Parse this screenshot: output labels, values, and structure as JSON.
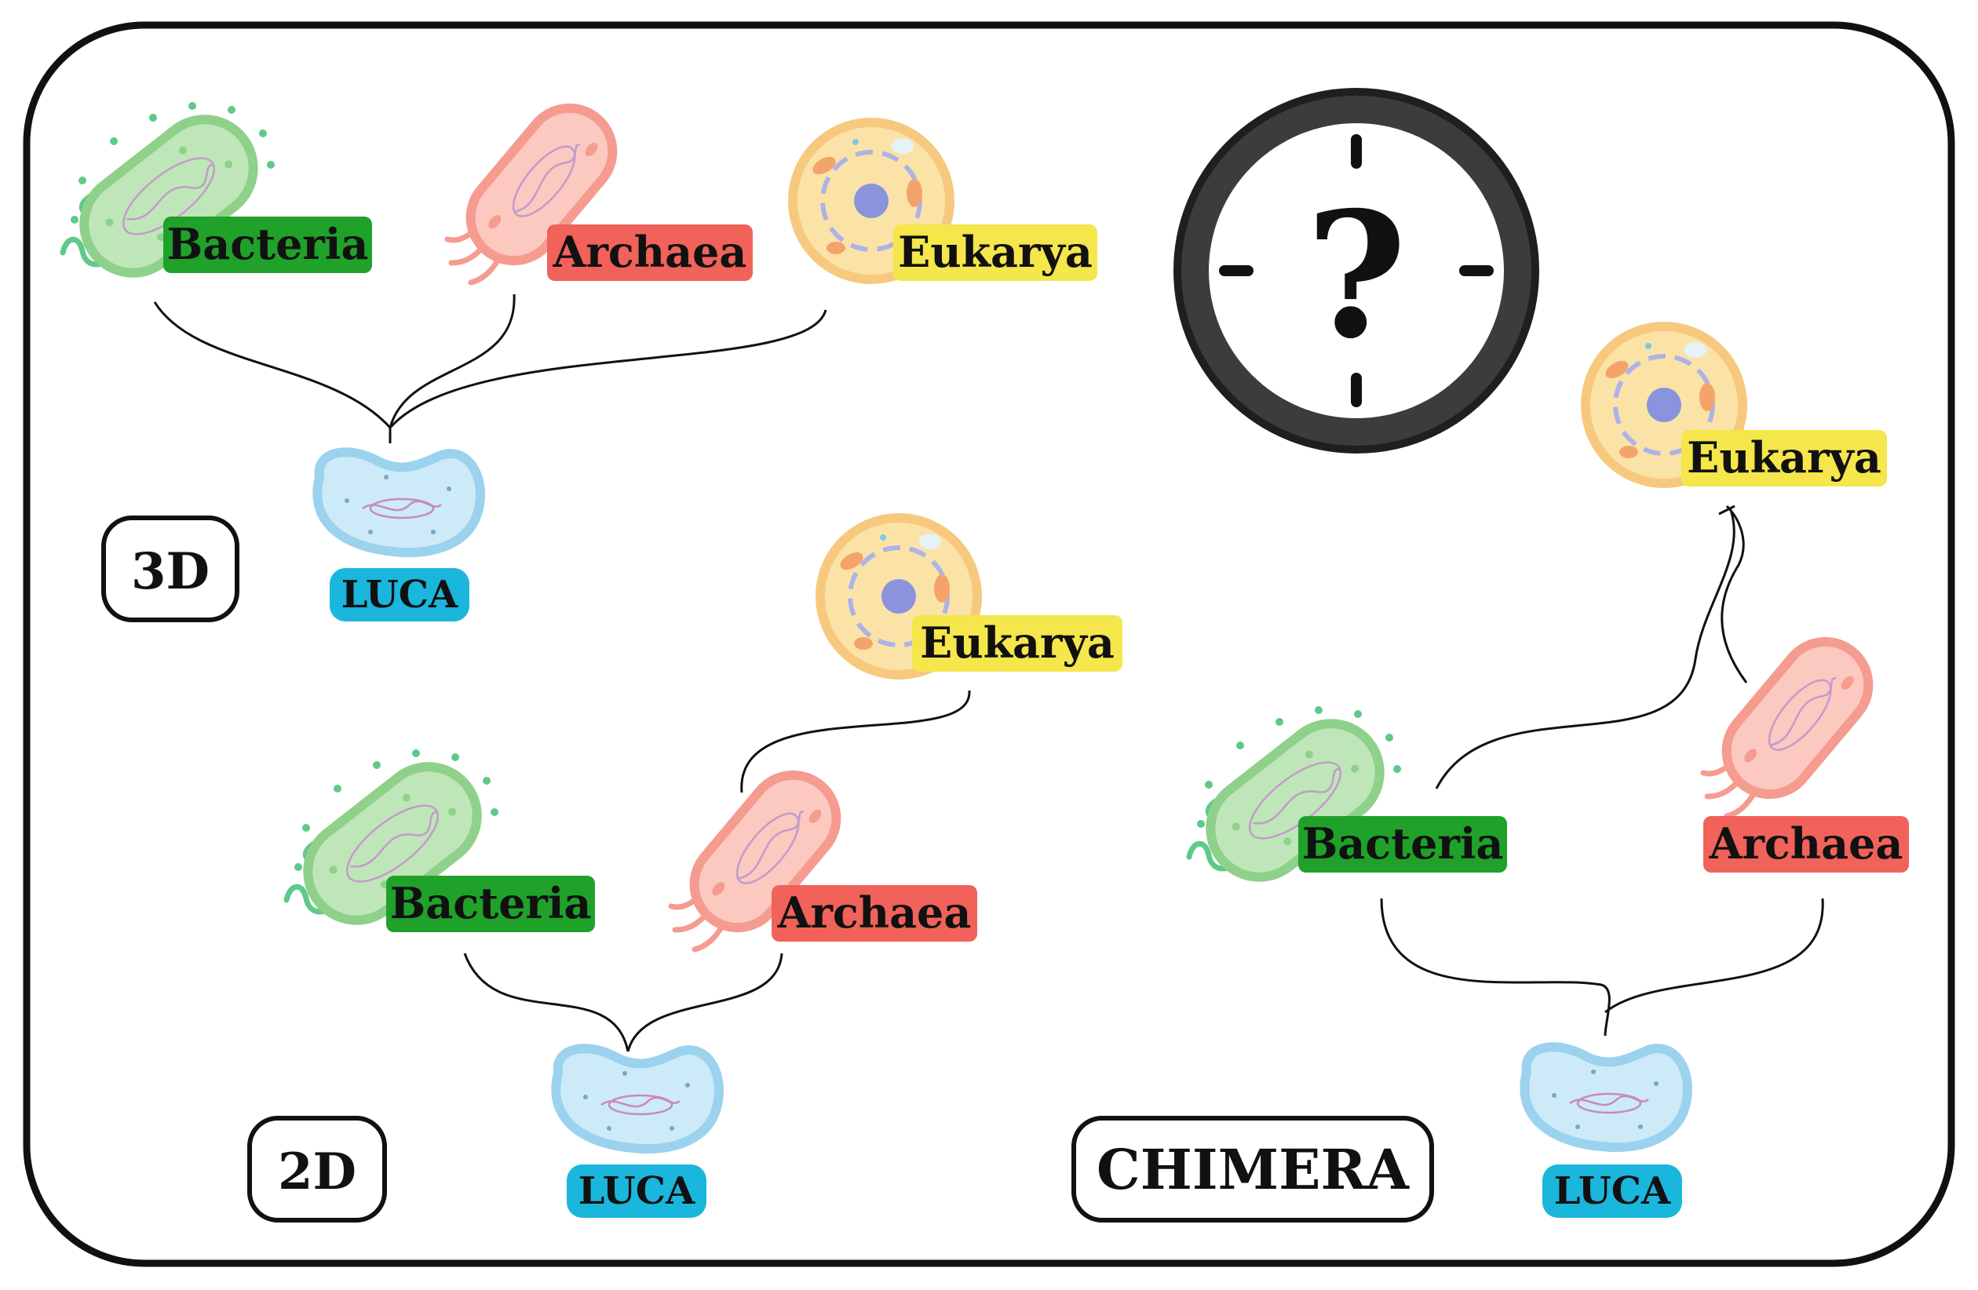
{
  "labels": {
    "bacteria": "Bacteria",
    "archaea": "Archaea",
    "eukarya": "Eukarya",
    "luca": "LUCA"
  },
  "models": {
    "three_domain": "3D",
    "two_domain": "2D",
    "chimera": "CHIMERA"
  },
  "clock_symbol": "?",
  "colors": {
    "bacteria_label": "#1fa12a",
    "archaea_label": "#f0625a",
    "eukarya_label": "#f4e64b",
    "luca_label": "#1ab6dc",
    "bacteria_cell": "#a9dca6",
    "archaea_cell": "#f59b8f",
    "eukarya_cell": "#f7c97e",
    "luca_cell": "#b9e2f6",
    "frame": "#111111",
    "clock_ring": "#3c3c3c"
  },
  "icons": [
    "bacterium-icon",
    "archaeon-icon",
    "eukaryotic-cell-icon",
    "luca-cell-icon",
    "clock-question-icon"
  ]
}
